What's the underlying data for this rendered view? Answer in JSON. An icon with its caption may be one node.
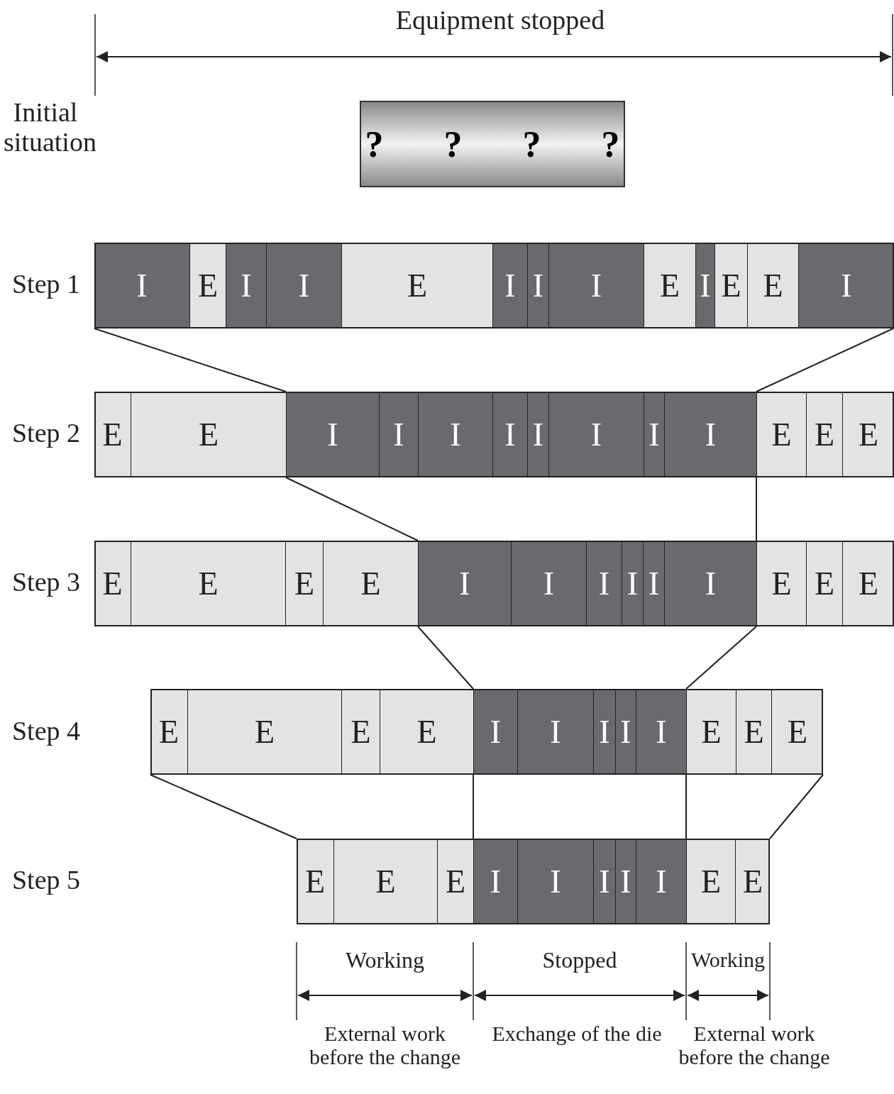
{
  "diagram": {
    "nodes": [
      {
        "text": [
          "? ? ? ?"
        ]
      },
      {
        "text": [],
        "shape": "bar"
      },
      {
        "text": [
          "I"
        ],
        "in": 1
      },
      {
        "text": [
          "E"
        ],
        "in": 1
      },
      {
        "text": [
          "I"
        ],
        "in": 1
      },
      {
        "text": [
          "I"
        ],
        "in": 1
      },
      {
        "text": [
          "E"
        ],
        "in": 1
      },
      {
        "text": [
          "I"
        ],
        "in": 1
      },
      {
        "text": [
          "I"
        ],
        "in": 1
      },
      {
        "text": [
          "I"
        ],
        "in": 1
      },
      {
        "text": [
          "E"
        ],
        "in": 1
      },
      {
        "text": [
          "I"
        ],
        "in": 1
      },
      {
        "text": [
          "E"
        ],
        "in": 1
      },
      {
        "text": [
          "E"
        ],
        "in": 1
      },
      {
        "text": [
          "I"
        ],
        "in": 1
      },
      {
        "text": [],
        "shape": "bar"
      },
      {
        "text": [
          "E"
        ],
        "in": 15
      },
      {
        "text": [
          "E"
        ],
        "in": 15
      },
      {
        "text": [
          "I"
        ],
        "in": 15
      },
      {
        "text": [
          "I"
        ],
        "in": 15
      },
      {
        "text": [
          "I"
        ],
        "in": 15
      },
      {
        "text": [
          "I"
        ],
        "in": 15
      },
      {
        "text": [
          "I"
        ],
        "in": 15
      },
      {
        "text": [
          "I"
        ],
        "in": 15
      },
      {
        "text": [
          "I"
        ],
        "in": 15
      },
      {
        "text": [
          "I"
        ],
        "in": 15
      },
      {
        "text": [
          "E"
        ],
        "in": 15
      },
      {
        "text": [
          "E"
        ],
        "in": 15
      },
      {
        "text": [
          "E"
        ],
        "in": 15
      },
      {
        "text": [],
        "shape": "bar"
      },
      {
        "text": [
          "E"
        ],
        "in": 29
      },
      {
        "text": [
          "E"
        ],
        "in": 29
      },
      {
        "text": [
          "E"
        ],
        "in": 29
      },
      {
        "text": [
          "E"
        ],
        "in": 29
      },
      {
        "text": [
          "I"
        ],
        "in": 29
      },
      {
        "text": [
          "I"
        ],
        "in": 29
      },
      {
        "text": [
          "I"
        ],
        "in": 29
      },
      {
        "text": [
          "I"
        ],
        "in": 29
      },
      {
        "text": [
          "I"
        ],
        "in": 29
      },
      {
        "text": [
          "I"
        ],
        "in": 29
      },
      {
        "text": [
          "E"
        ],
        "in": 29
      },
      {
        "text": [
          "E"
        ],
        "in": 29
      },
      {
        "text": [
          "E"
        ],
        "in": 29
      },
      {
        "text": [],
        "shape": "bar"
      },
      {
        "text": [
          "E"
        ],
        "in": 43
      },
      {
        "text": [
          "E"
        ],
        "in": 43
      },
      {
        "text": [
          "E"
        ],
        "in": 43
      },
      {
        "text": [
          "E"
        ],
        "in": 43
      },
      {
        "text": [
          "I"
        ],
        "in": 43
      },
      {
        "text": [
          "I"
        ],
        "in": 43
      },
      {
        "text": [
          "I"
        ],
        "in": 43
      },
      {
        "text": [
          "I"
        ],
        "in": 43
      },
      {
        "text": [
          "I"
        ],
        "in": 43
      },
      {
        "text": [
          "E"
        ],
        "in": 43
      },
      {
        "text": [
          "E"
        ],
        "in": 43
      },
      {
        "text": [
          "E"
        ],
        "in": 43
      },
      {
        "text": [],
        "shape": "bar"
      },
      {
        "text": [
          "E"
        ],
        "in": 56
      },
      {
        "text": [
          "E"
        ],
        "in": 56
      },
      {
        "text": [
          "E"
        ],
        "in": 56
      },
      {
        "text": [
          "I"
        ],
        "in": 56
      },
      {
        "text": [
          "I"
        ],
        "in": 56
      },
      {
        "text": [
          "I"
        ],
        "in": 56
      },
      {
        "text": [
          "I"
        ],
        "in": 56
      },
      {
        "text": [
          "I"
        ],
        "in": 56
      },
      {
        "text": [
          "E"
        ],
        "in": 56
      },
      {
        "text": [
          "E"
        ],
        "in": 56
      }
    ],
    "edges": [
      {
        "from": 1,
        "to": 15,
        "arrow": "none"
      },
      {
        "from": 1,
        "to": 15,
        "arrow": "none"
      },
      {
        "from": 15,
        "to": 29,
        "arrow": "none"
      },
      {
        "from": 15,
        "to": 29,
        "arrow": "none"
      },
      {
        "from": 29,
        "to": 43,
        "arrow": "none"
      },
      {
        "from": 29,
        "to": 43,
        "arrow": "none"
      },
      {
        "from": 43,
        "to": 56,
        "arrow": "none"
      },
      {
        "from": 43,
        "to": 56,
        "arrow": "none"
      },
      {
        "from": 43,
        "to": 56,
        "arrow": "none"
      },
      {
        "from": 43,
        "to": 56,
        "arrow": "none"
      }
    ],
    "labels": [
      "Equipment stopped",
      "Initial situation",
      "Step 1",
      "Step 2",
      "Step 3",
      "Step 4",
      "Step 5",
      "Working",
      "Stopped",
      "Working",
      "External work before the change",
      "Exchange of the die",
      "External work before the change"
    ]
  }
}
